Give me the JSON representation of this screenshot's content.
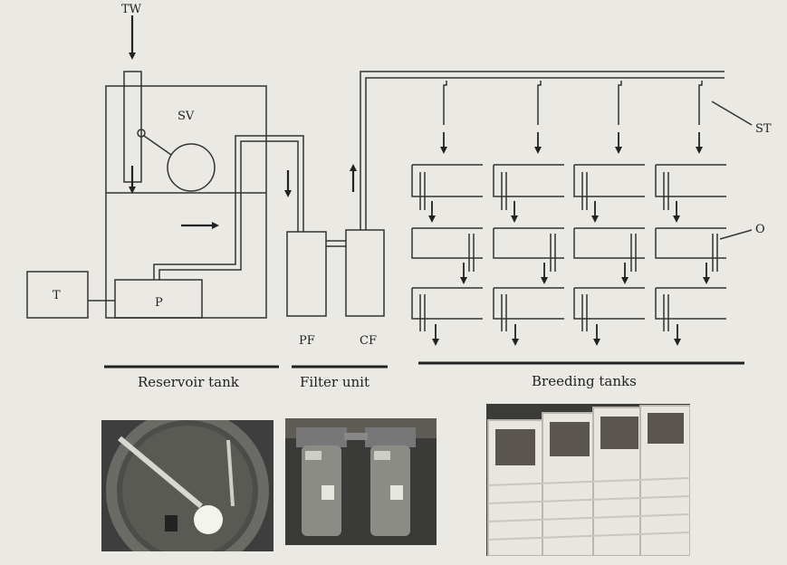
{
  "labels": {
    "tw": "TW",
    "sv": "SV",
    "st": "ST",
    "o": "O",
    "t": "T",
    "p": "P",
    "pf": "PF",
    "cf": "CF"
  },
  "sections": {
    "reservoir": "Reservoir tank",
    "filter": "Filter unit",
    "breeding": "Breeding tanks"
  },
  "photos": [
    {
      "name": "reservoir-tank-photo",
      "subject": "reservoir tank with float valve"
    },
    {
      "name": "filter-unit-photo",
      "subject": "two cartridge filters"
    },
    {
      "name": "breeding-tanks-photo",
      "subject": "stacked breeding tanks"
    }
  ]
}
